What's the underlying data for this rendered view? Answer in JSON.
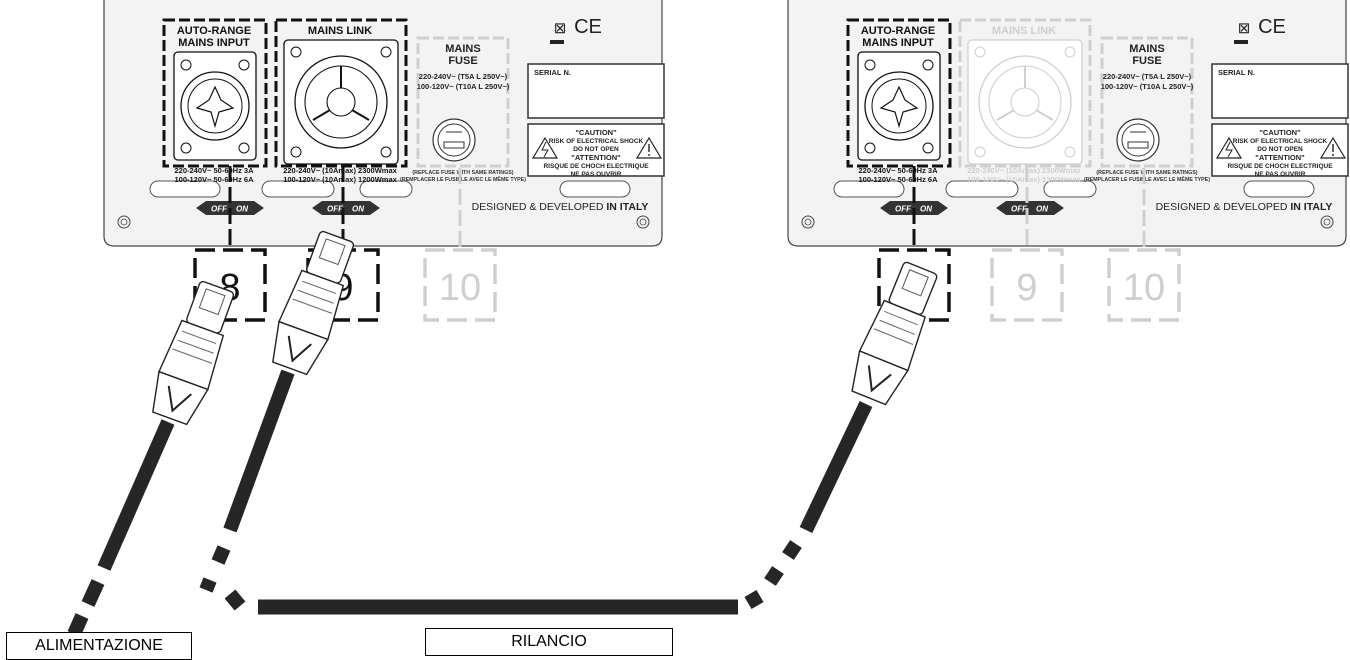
{
  "panels": [
    {
      "id": "left",
      "sections": {
        "input": {
          "title_line1": "AUTO-RANGE",
          "title_line2": "MAINS INPUT",
          "rating_line1": "220-240V~ 50-60Hz 3A",
          "rating_line2": "100-120V~ 50-60Hz 6A",
          "highlighted": true
        },
        "link": {
          "title": "MAINS LINK",
          "rating_line1": "220-240V~ (10Amax) 2300Wmax",
          "rating_line2": "100-120V~ (10Amax) 1200Wmax",
          "highlighted": true
        },
        "fuse": {
          "title_line1": "MAINS",
          "title_line2": "FUSE",
          "rating_line1": "220-240V~ (T5A L 250V~)",
          "rating_line2": "100-120V~ (T10A L 250V~)",
          "note_line1": "(REPLACE FUSE WITH SAME RATINGS)",
          "note_line2": "(REMPLACER LE FUSIBLE AVEC LE MÊME TYPE)",
          "highlighted": false
        }
      },
      "switch_labels": [
        "OFF",
        "ON"
      ],
      "callouts": [
        {
          "number": "8",
          "active": true
        },
        {
          "number": "9",
          "active": true
        },
        {
          "number": "10",
          "active": false
        }
      ]
    },
    {
      "id": "right",
      "sections": {
        "input": {
          "title_line1": "AUTO-RANGE",
          "title_line2": "MAINS INPUT",
          "rating_line1": "220-240V~ 50-60Hz 3A",
          "rating_line2": "100-120V~ 50-60Hz 6A",
          "highlighted": true
        },
        "link": {
          "title": "MAINS LINK",
          "rating_line1": "220-240V~ (10Amax) 2300Wmax",
          "rating_line2": "100-120V~ (10Amax) 1200Wmax",
          "highlighted": false
        },
        "fuse": {
          "title_line1": "MAINS",
          "title_line2": "FUSE",
          "rating_line1": "220-240V~ (T5A L 250V~)",
          "rating_line2": "100-120V~ (T10A L 250V~)",
          "note_line1": "(REPLACE FUSE WITH SAME RATINGS)",
          "note_line2": "(REMPLACER LE FUSIBLE AVEC LE MÊME TYPE)",
          "highlighted": false
        }
      },
      "switch_labels": [
        "OFF",
        "ON"
      ],
      "callouts": [
        {
          "number": "8",
          "active": true
        },
        {
          "number": "9",
          "active": false
        },
        {
          "number": "10",
          "active": false
        }
      ]
    }
  ],
  "common": {
    "ce_mark": "CE",
    "serial_label": "SERIAL N.",
    "caution_title": "\"CAUTION\"",
    "caution_line1": "RISK OF ELECTRICAL SHOCK",
    "caution_line2": "DO NOT OPEN",
    "attention_title": "\"ATTENTION\"",
    "attention_line1": "RISQUE DE CHOCH ELECTRIQUE",
    "attention_line2": "NE PAS OUVRIR",
    "designed_prefix": "DESIGNED & DEVELOPED ",
    "designed_bold": "IN ITALY"
  },
  "captions": {
    "power": "ALIMENTAZIONE",
    "link": "RILANCIO"
  },
  "colors": {
    "ink": "#111111",
    "faded": "#cfcfcf",
    "panel": "#f3f3f3",
    "cable": "#262626"
  }
}
